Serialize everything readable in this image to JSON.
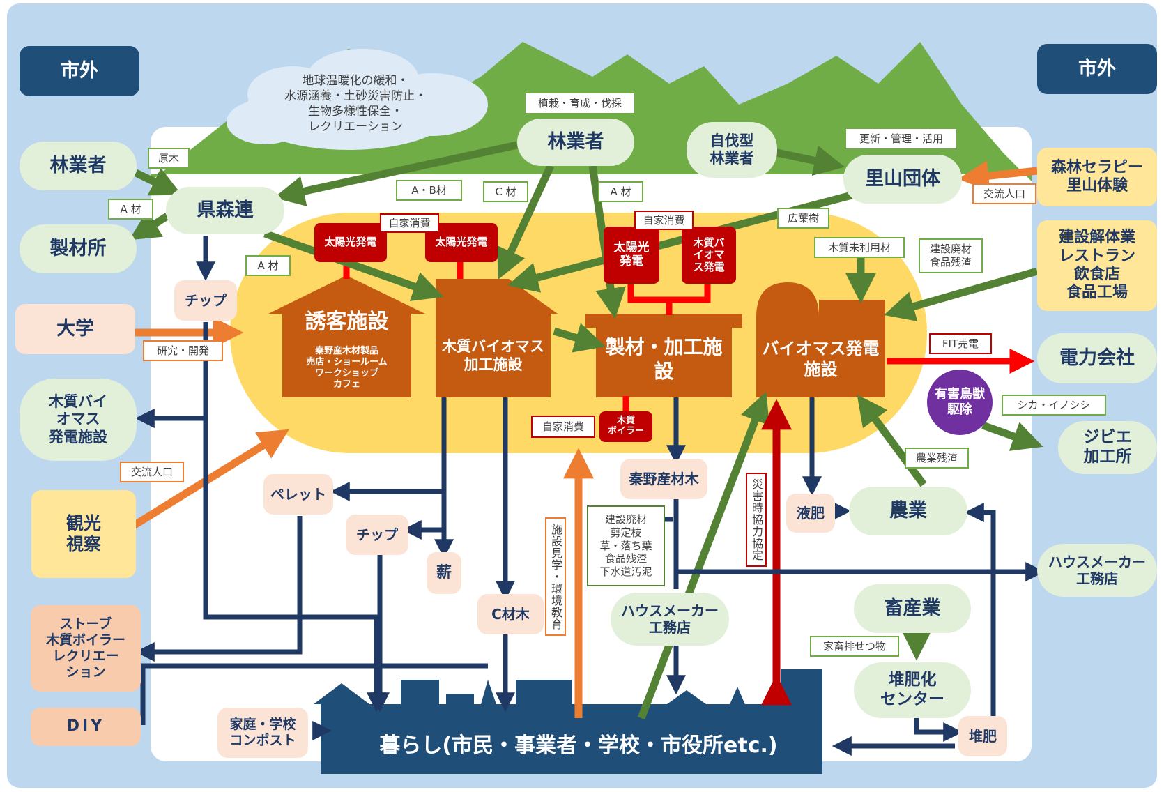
{
  "outside_left": "市外",
  "outside_right": "市外",
  "forest_benefits": "地球温暖化の緩和・\n水源涵養・土砂災害防止・\n生物多様性保全・\nレクリエーション",
  "nodes": {
    "forester_center": "林業者",
    "self_cut_forester": "自伐型\n林業者",
    "satoyama_group": "里山団体",
    "prefectural_forest_union": "県森連",
    "forester_left": "林業者",
    "sawmill_left": "製材所",
    "university": "大学",
    "woody_biomass_plant_left": "木質バイ\nオマス\n発電施設",
    "tourism": "観光\n視察",
    "stove": "ストーブ\n木質ボイラー\nレクリエー\nション",
    "diy": "DIY",
    "forest_therapy": "森林セラピー\n里山体験",
    "demolition": "建設解体業\nレストラン\n飲食店\n食品工場",
    "power_company": "電力会社",
    "pest_control": "有害鳥獣\n駆除",
    "gibier": "ジビエ\n加工所",
    "housemaker_right": "ハウスメーカー\n工務店",
    "agriculture": "農業",
    "livestock": "畜産業",
    "compost_center": "堆肥化\nセンター",
    "compost": "堆肥",
    "liquid_fertilizer": "液肥",
    "hadano_timber": "秦野産材木",
    "housemaker_center": "ハウスメーカー\n工務店",
    "c_timber": "C材木",
    "pellet": "ペレット",
    "chip_mid": "チップ",
    "firewood": "薪",
    "chip_left": "チップ",
    "home_compost": "家庭・学校\nコンポスト",
    "living": "暮らし(市民・事業者・学校・市役所etc.)"
  },
  "facilities": {
    "visitor": "誘客施設",
    "visitor_sub": "秦野産木材製品\n売店・ショールーム\nワークショップ\nカフェ",
    "wood_biomass": "木質バイオマス\n加工施設",
    "sawmill": "製材・加工施設",
    "biomass_power": "バイオマス発電施設"
  },
  "red_boxes": {
    "solar1": "太陽光発電",
    "solar2": "太陽光発電",
    "solar3": "太陽光\n発電",
    "wood_biomass_power": "木質バ\nイオマ\nス発電",
    "wood_boiler": "木質\nボイラー"
  },
  "labels": {
    "logs": "原木",
    "a_material_left": "A 材",
    "a_material_mid": "A 材",
    "ab_material": "A・B材",
    "c_material": "C 材",
    "a_material_right": "A 材",
    "planting": "植栽・育成・伐採",
    "renewal": "更新・管理・活用",
    "self_consumption_1": "自家消費",
    "self_consumption_2": "自家消費",
    "self_consumption_3": "自家消費",
    "broadleaf": "広葉樹",
    "unused_wood": "木質未利用材",
    "construction_food": "建設廃材\n食品残渣",
    "fit": "FIT売電",
    "deer_boar": "シカ・イノシシ",
    "agri_residue": "農業残渣",
    "manure": "家畜排せつ物",
    "research": "研究・開発",
    "exchange_left": "交流人口",
    "exchange_right": "交流人口",
    "waste_list": "建設廃材\n剪定枝\n草・落ち葉\n食品残渣\n下水道汚泥",
    "facility_tour": "施設見学・環境教育",
    "disaster": "災害時協力協定"
  },
  "colors": {
    "sky": "#bdd7ee",
    "mountain": "#70ad47",
    "core_zone": "#ffd966",
    "facility": "#c55a11",
    "navy": "#1f4e79",
    "arrow_green": "#548235",
    "arrow_orange": "#ed7d31",
    "arrow_red": "#ff0000",
    "arrow_navy": "#203864",
    "purple": "#7030a0"
  }
}
